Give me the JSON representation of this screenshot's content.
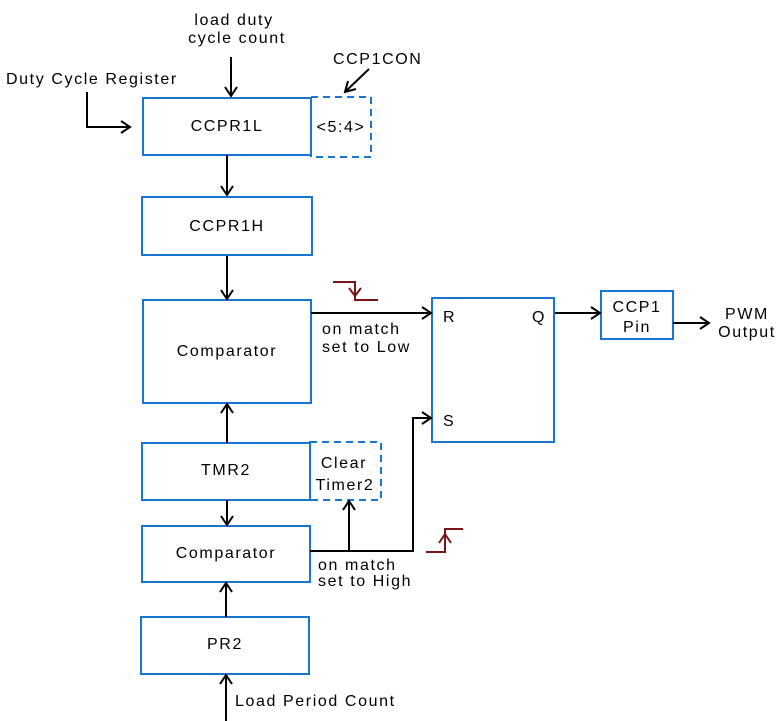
{
  "colors": {
    "box_stroke": "#1a75d2",
    "edge_symbol": "#7b1418",
    "line": "#000000",
    "background": "#ffffff"
  },
  "nodes": {
    "ccpr1l": {
      "label": "CCPR1L"
    },
    "ccp1con_bits": {
      "label": "<5:4>"
    },
    "ccpr1h": {
      "label": "CCPR1H"
    },
    "comparator_duty": {
      "label": "Comparator"
    },
    "tmr2": {
      "label": "TMR2"
    },
    "clear_timer2": {
      "line1": "Clear",
      "line2": "Timer2"
    },
    "comparator_period": {
      "label": "Comparator"
    },
    "pr2": {
      "label": "PR2"
    },
    "flip_flop": {
      "r": "R",
      "q": "Q",
      "s": "S"
    },
    "ccp1_pin": {
      "line1": "CCP1",
      "line2": "Pin"
    }
  },
  "annotations": {
    "load_duty": {
      "line1": "load duty",
      "line2": "cycle count"
    },
    "duty_cycle_register": "Duty Cycle Register",
    "ccp1con": "CCP1CON",
    "on_match_low": {
      "line1": "on match",
      "line2": "set to Low"
    },
    "on_match_high": {
      "line1": "on match",
      "line2": "set to High"
    },
    "pwm_output": {
      "line1": "PWM",
      "line2": "Output"
    },
    "load_period_count": "Load Period Count"
  }
}
